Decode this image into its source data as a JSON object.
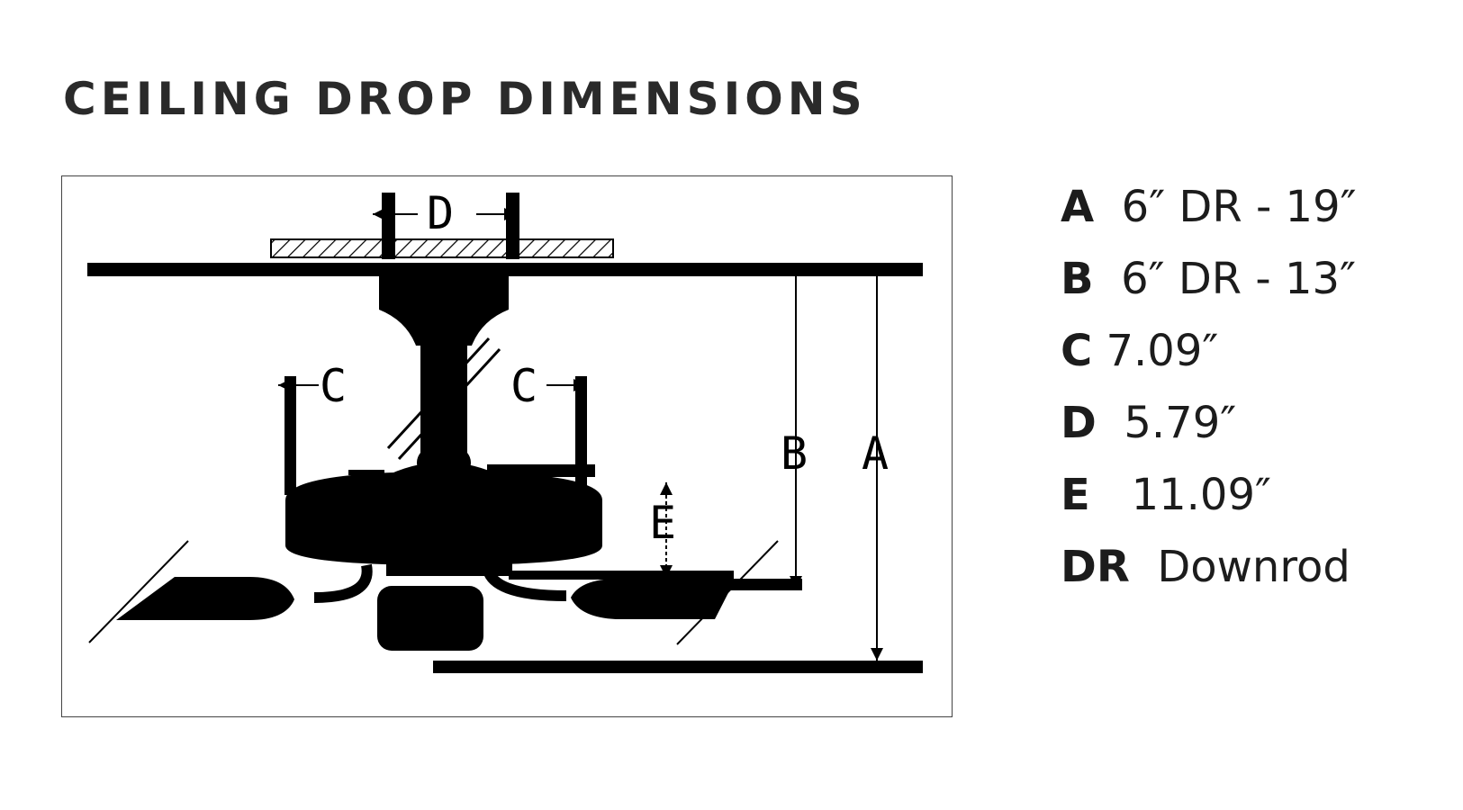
{
  "title": "CEILING DROP DIMENSIONS",
  "diagram": {
    "labels": {
      "a": "A",
      "b": "B",
      "c_left": "C",
      "c_right": "C",
      "d": "D",
      "e": "E"
    }
  },
  "legend": [
    {
      "key": "A",
      "value": "6″ DR - 19″"
    },
    {
      "key": "B",
      "value": "6″ DR - 13″"
    },
    {
      "key": "C",
      "value": "7.09″"
    },
    {
      "key": "D",
      "value": "5.79″"
    },
    {
      "key": "E",
      "value": "11.09″"
    },
    {
      "key": "DR",
      "value": "Downrod"
    }
  ]
}
